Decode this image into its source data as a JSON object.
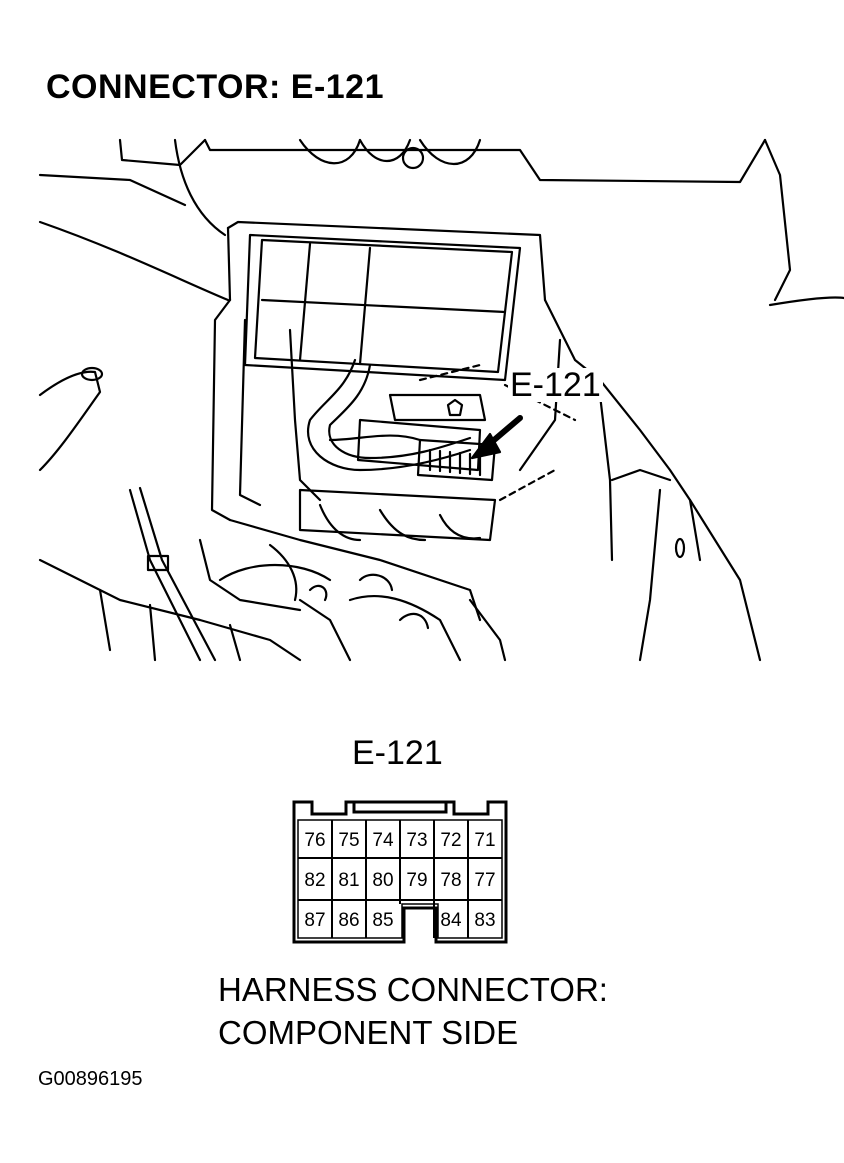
{
  "title": "CONNECTOR: E-121",
  "callout_label": "E-121",
  "connector": {
    "label": "E-121",
    "rows": [
      [
        "76",
        "75",
        "74",
        "73",
        "72",
        "71"
      ],
      [
        "82",
        "81",
        "80",
        "79",
        "78",
        "77"
      ],
      [
        "87",
        "86",
        "85",
        "",
        "84",
        "83"
      ]
    ]
  },
  "caption": {
    "line1": "HARNESS CONNECTOR:",
    "line2": "COMPONENT SIDE"
  },
  "figure_id": "G00896195"
}
